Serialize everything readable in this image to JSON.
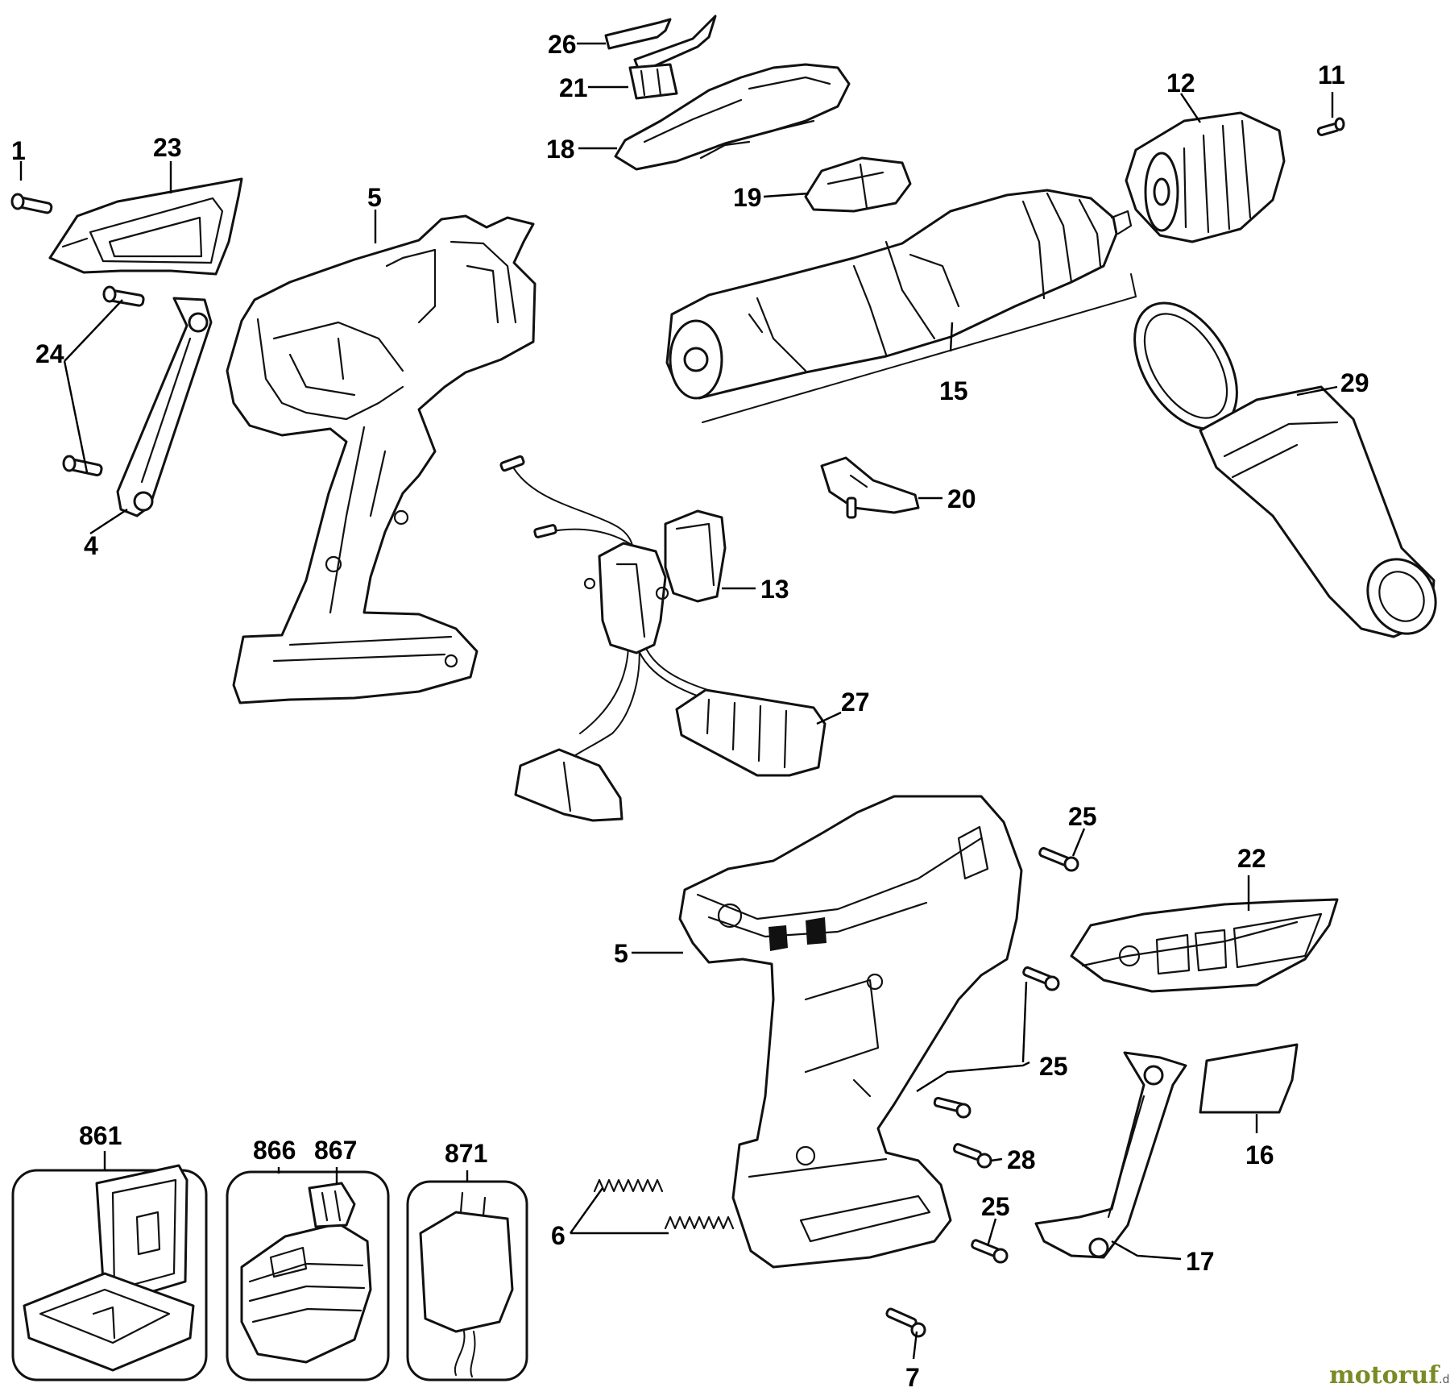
{
  "callouts": {
    "c1": "1",
    "c23": "23",
    "c24": "24",
    "c4": "4",
    "c5_top": "5",
    "c26": "26",
    "c21": "21",
    "c18": "18",
    "c19": "19",
    "c15": "15",
    "c12": "12",
    "c11": "11",
    "c29": "29",
    "c20": "20",
    "c13": "13",
    "c27": "27",
    "c25_a": "25",
    "c22": "22",
    "c5_bottom": "5",
    "c25_b": "25",
    "c28": "28",
    "c16": "16",
    "c25_c": "25",
    "c17": "17",
    "c6": "6",
    "c7": "7",
    "c861": "861",
    "c866": "866",
    "c867": "867",
    "c871": "871"
  },
  "watermark": {
    "brand_a": "motoruf",
    "brand_b": "",
    "suffix": ".de"
  }
}
